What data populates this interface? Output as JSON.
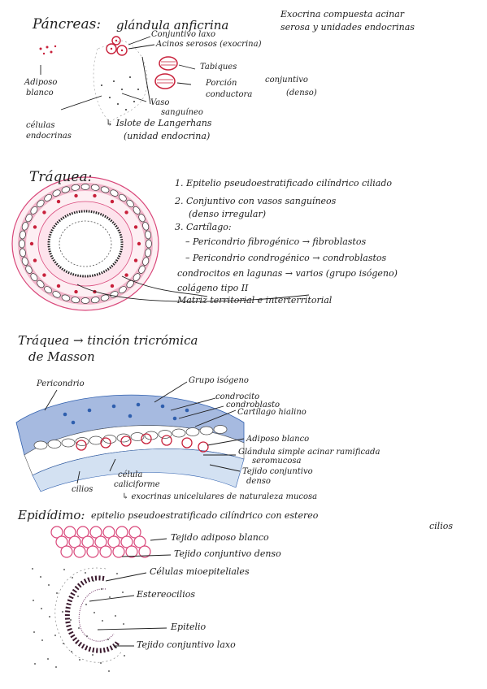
{
  "pancreas": {
    "title": "Páncreas:",
    "subtitle": "glándula anficrina",
    "desc1": "Exocrina compuesta acinar",
    "desc2": "serosa y unidades endocrinas",
    "labels": {
      "conjuntivo_laxo": "Conjuntivo laxo",
      "acinos": "Acinos serosos (exocrina)",
      "tabiques": "Tabiques",
      "porcion": "Porción",
      "conjuntivo": "conjuntivo",
      "conductora": "conductora",
      "denso": "(denso)",
      "adiposo1": "Adiposo",
      "adiposo2": "blanco",
      "vaso1": "Vaso",
      "vaso2": "sanguíneo",
      "islote": "↳ Islote de Langerhans",
      "unidad": "(unidad endocrina)",
      "celulas1": "células",
      "celulas2": "endocrinas"
    }
  },
  "traquea": {
    "title": "Tráquea:",
    "items": [
      "1. Epitelio pseudoestratificado cilíndrico ciliado",
      "2. Conjuntivo con vasos sanguíneos",
      "(denso irregular)",
      "3. Cartílago:",
      "– Pericondrio fibrogénico → fibroblastos",
      "– Pericondrio condrogénico → condroblastos",
      "condrocitos en lagunas → varios (grupo isógeno)",
      "colágeno tipo II",
      "Matriz territorial e interterritorial"
    ]
  },
  "masson": {
    "title1": "Tráquea → tinción tricrómica",
    "title2": "de Masson",
    "labels": {
      "pericondrio": "Pericondrio",
      "grupo": "Grupo isógeno",
      "condrocito": "condrocito",
      "condroblasto": "condroblasto",
      "cartilago": "Cartílago hialino",
      "adiposo": "Adiposo blanco",
      "glandula": "Glándula simple acinar ramificada",
      "seromucosa": "seromucosa",
      "tejido1": "Tejido conjuntivo",
      "tejido2": "denso",
      "cilios": "cilios",
      "celula1": "célula",
      "celula2": "caliciforme",
      "exocrinas": "↳ exocrinas unicelulares de naturaleza mucosa"
    }
  },
  "epididimo": {
    "title": "Epidídimo:",
    "subtitle": "epitelio pseudoestratificado cilíndrico con estereo",
    "subtitle2": "cilios",
    "labels": [
      "Tejido adiposo blanco",
      "Tejido conjuntivo denso",
      "Células mioepiteliales",
      "Estereocilios",
      "Epitelio",
      "Tejido conjuntivo laxo"
    ]
  },
  "colors": {
    "ink": "#1e1e1e",
    "pink": "#d9477a",
    "red": "#c8203a",
    "blue": "#2f5fae",
    "lightblue": "#8fb3dd",
    "violet": "#6a2a5e"
  }
}
